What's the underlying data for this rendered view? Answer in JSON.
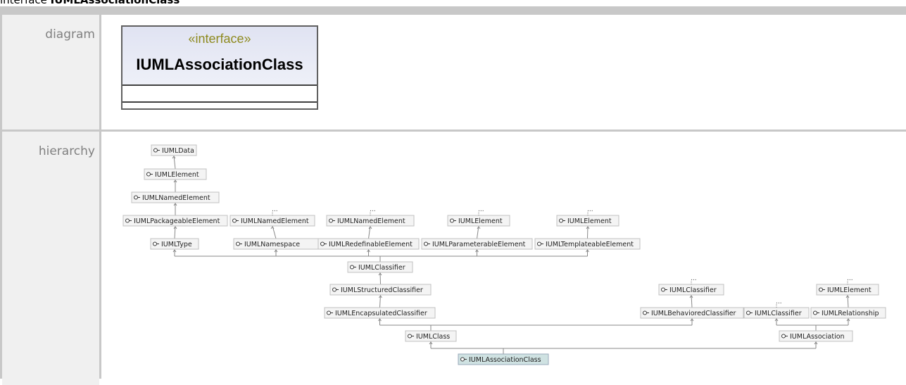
{
  "page": {
    "title_prefix": "interface ",
    "title_name": "IUMLAssociationClass"
  },
  "rows": {
    "diagram_label": "diagram",
    "hierarchy_label": "hierarchy"
  },
  "class_box": {
    "stereotype": "«interface»",
    "name": "IUMLAssociationClass"
  },
  "hierarchy": {
    "ellipsis": "...",
    "nodes": [
      {
        "id": "data",
        "label": "IUMLData"
      },
      {
        "id": "element1",
        "label": "IUMLElement"
      },
      {
        "id": "named1",
        "label": "IUMLNamedElement"
      },
      {
        "id": "packageable",
        "label": "IUMLPackageableElement"
      },
      {
        "id": "named2",
        "label": "IUMLNamedElement",
        "elided": true
      },
      {
        "id": "named3",
        "label": "IUMLNamedElement",
        "elided": true
      },
      {
        "id": "element2",
        "label": "IUMLElement",
        "elided": true
      },
      {
        "id": "element3",
        "label": "IUMLElement",
        "elided": true
      },
      {
        "id": "type",
        "label": "IUMLType"
      },
      {
        "id": "namespace",
        "label": "IUMLNamespace"
      },
      {
        "id": "redefinable",
        "label": "IUMLRedefinableElement"
      },
      {
        "id": "parameterable",
        "label": "IUMLParameterableElement"
      },
      {
        "id": "templateable",
        "label": "IUMLTemplateableElement"
      },
      {
        "id": "classifier1",
        "label": "IUMLClassifier"
      },
      {
        "id": "structured",
        "label": "IUMLStructuredClassifier"
      },
      {
        "id": "encapsulated",
        "label": "IUMLEncapsulatedClassifier"
      },
      {
        "id": "classifier2",
        "label": "IUMLClassifier",
        "elided": true
      },
      {
        "id": "element4",
        "label": "IUMLElement",
        "elided": true
      },
      {
        "id": "behaviored",
        "label": "IUMLBehavioredClassifier"
      },
      {
        "id": "classifier3",
        "label": "IUMLClassifier",
        "elided": true
      },
      {
        "id": "relationship",
        "label": "IUMLRelationship"
      },
      {
        "id": "class",
        "label": "IUMLClass"
      },
      {
        "id": "association",
        "label": "IUMLAssociation"
      },
      {
        "id": "assocclass",
        "label": "IUMLAssociationClass",
        "focus": true
      }
    ],
    "edges": [
      [
        "element1",
        "data"
      ],
      [
        "named1",
        "element1"
      ],
      [
        "packageable",
        "named1"
      ],
      [
        "type",
        "packageable"
      ],
      [
        "namespace",
        "named2"
      ],
      [
        "redefinable",
        "named3"
      ],
      [
        "parameterable",
        "element2"
      ],
      [
        "templateable",
        "element3"
      ],
      [
        "classifier1",
        [
          "type",
          "namespace",
          "redefinable",
          "parameterable",
          "templateable"
        ]
      ],
      [
        "structured",
        "classifier1"
      ],
      [
        "encapsulated",
        "structured"
      ],
      [
        "behaviored",
        "classifier2"
      ],
      [
        "relationship",
        "element4"
      ],
      [
        "class",
        [
          "encapsulated",
          "behaviored"
        ]
      ],
      [
        "association",
        [
          "classifier3",
          "relationship"
        ]
      ],
      [
        "assocclass",
        [
          "class",
          "association"
        ]
      ]
    ]
  }
}
